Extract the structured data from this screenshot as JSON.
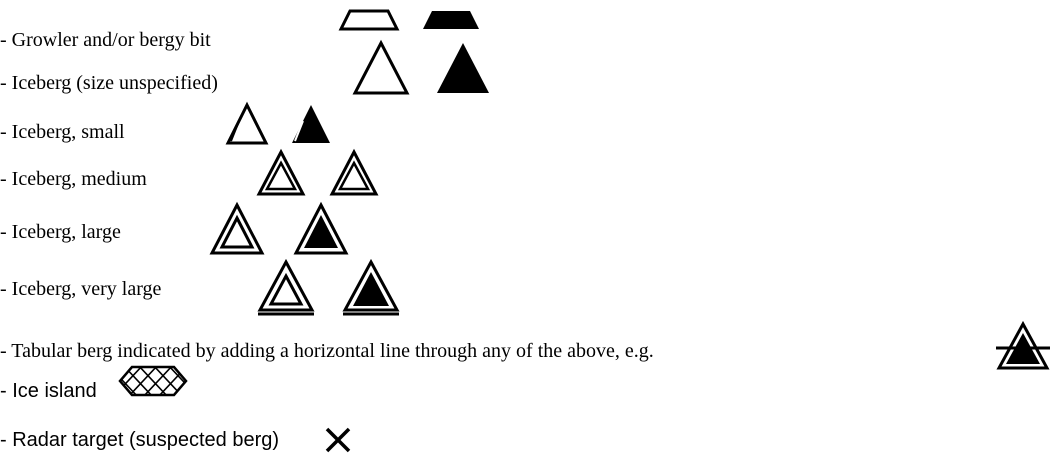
{
  "legend": {
    "rows": [
      {
        "label": "- Growler and/or bergy bit",
        "symbols": [
          "growler-outline-icon",
          "growler-filled-icon"
        ]
      },
      {
        "label": "- Iceberg (size unspecified)",
        "symbols": [
          "iceberg-outline-icon",
          "iceberg-filled-icon"
        ]
      },
      {
        "label": "- Iceberg, small",
        "symbols": [
          "iceberg-small-outline-icon",
          "iceberg-small-filled-icon"
        ]
      },
      {
        "label": "- Iceberg, medium",
        "symbols": [
          "iceberg-medium-outline-icon",
          "iceberg-medium-filled-icon"
        ]
      },
      {
        "label": "- Iceberg, large",
        "symbols": [
          "iceberg-large-outline-icon",
          "iceberg-large-filled-icon"
        ]
      },
      {
        "label": "- Iceberg, very large",
        "symbols": [
          "iceberg-very-large-outline-icon",
          "iceberg-very-large-filled-icon"
        ]
      },
      {
        "label": "- Tabular berg indicated by adding a horizontal line through any of the above, e.g.",
        "symbols": [
          "tabular-berg-icon"
        ]
      },
      {
        "label": "- Ice island",
        "symbols": [
          "ice-island-icon"
        ]
      },
      {
        "label": "- Radar target (suspected berg)",
        "symbols": [
          "radar-target-icon"
        ]
      }
    ]
  }
}
